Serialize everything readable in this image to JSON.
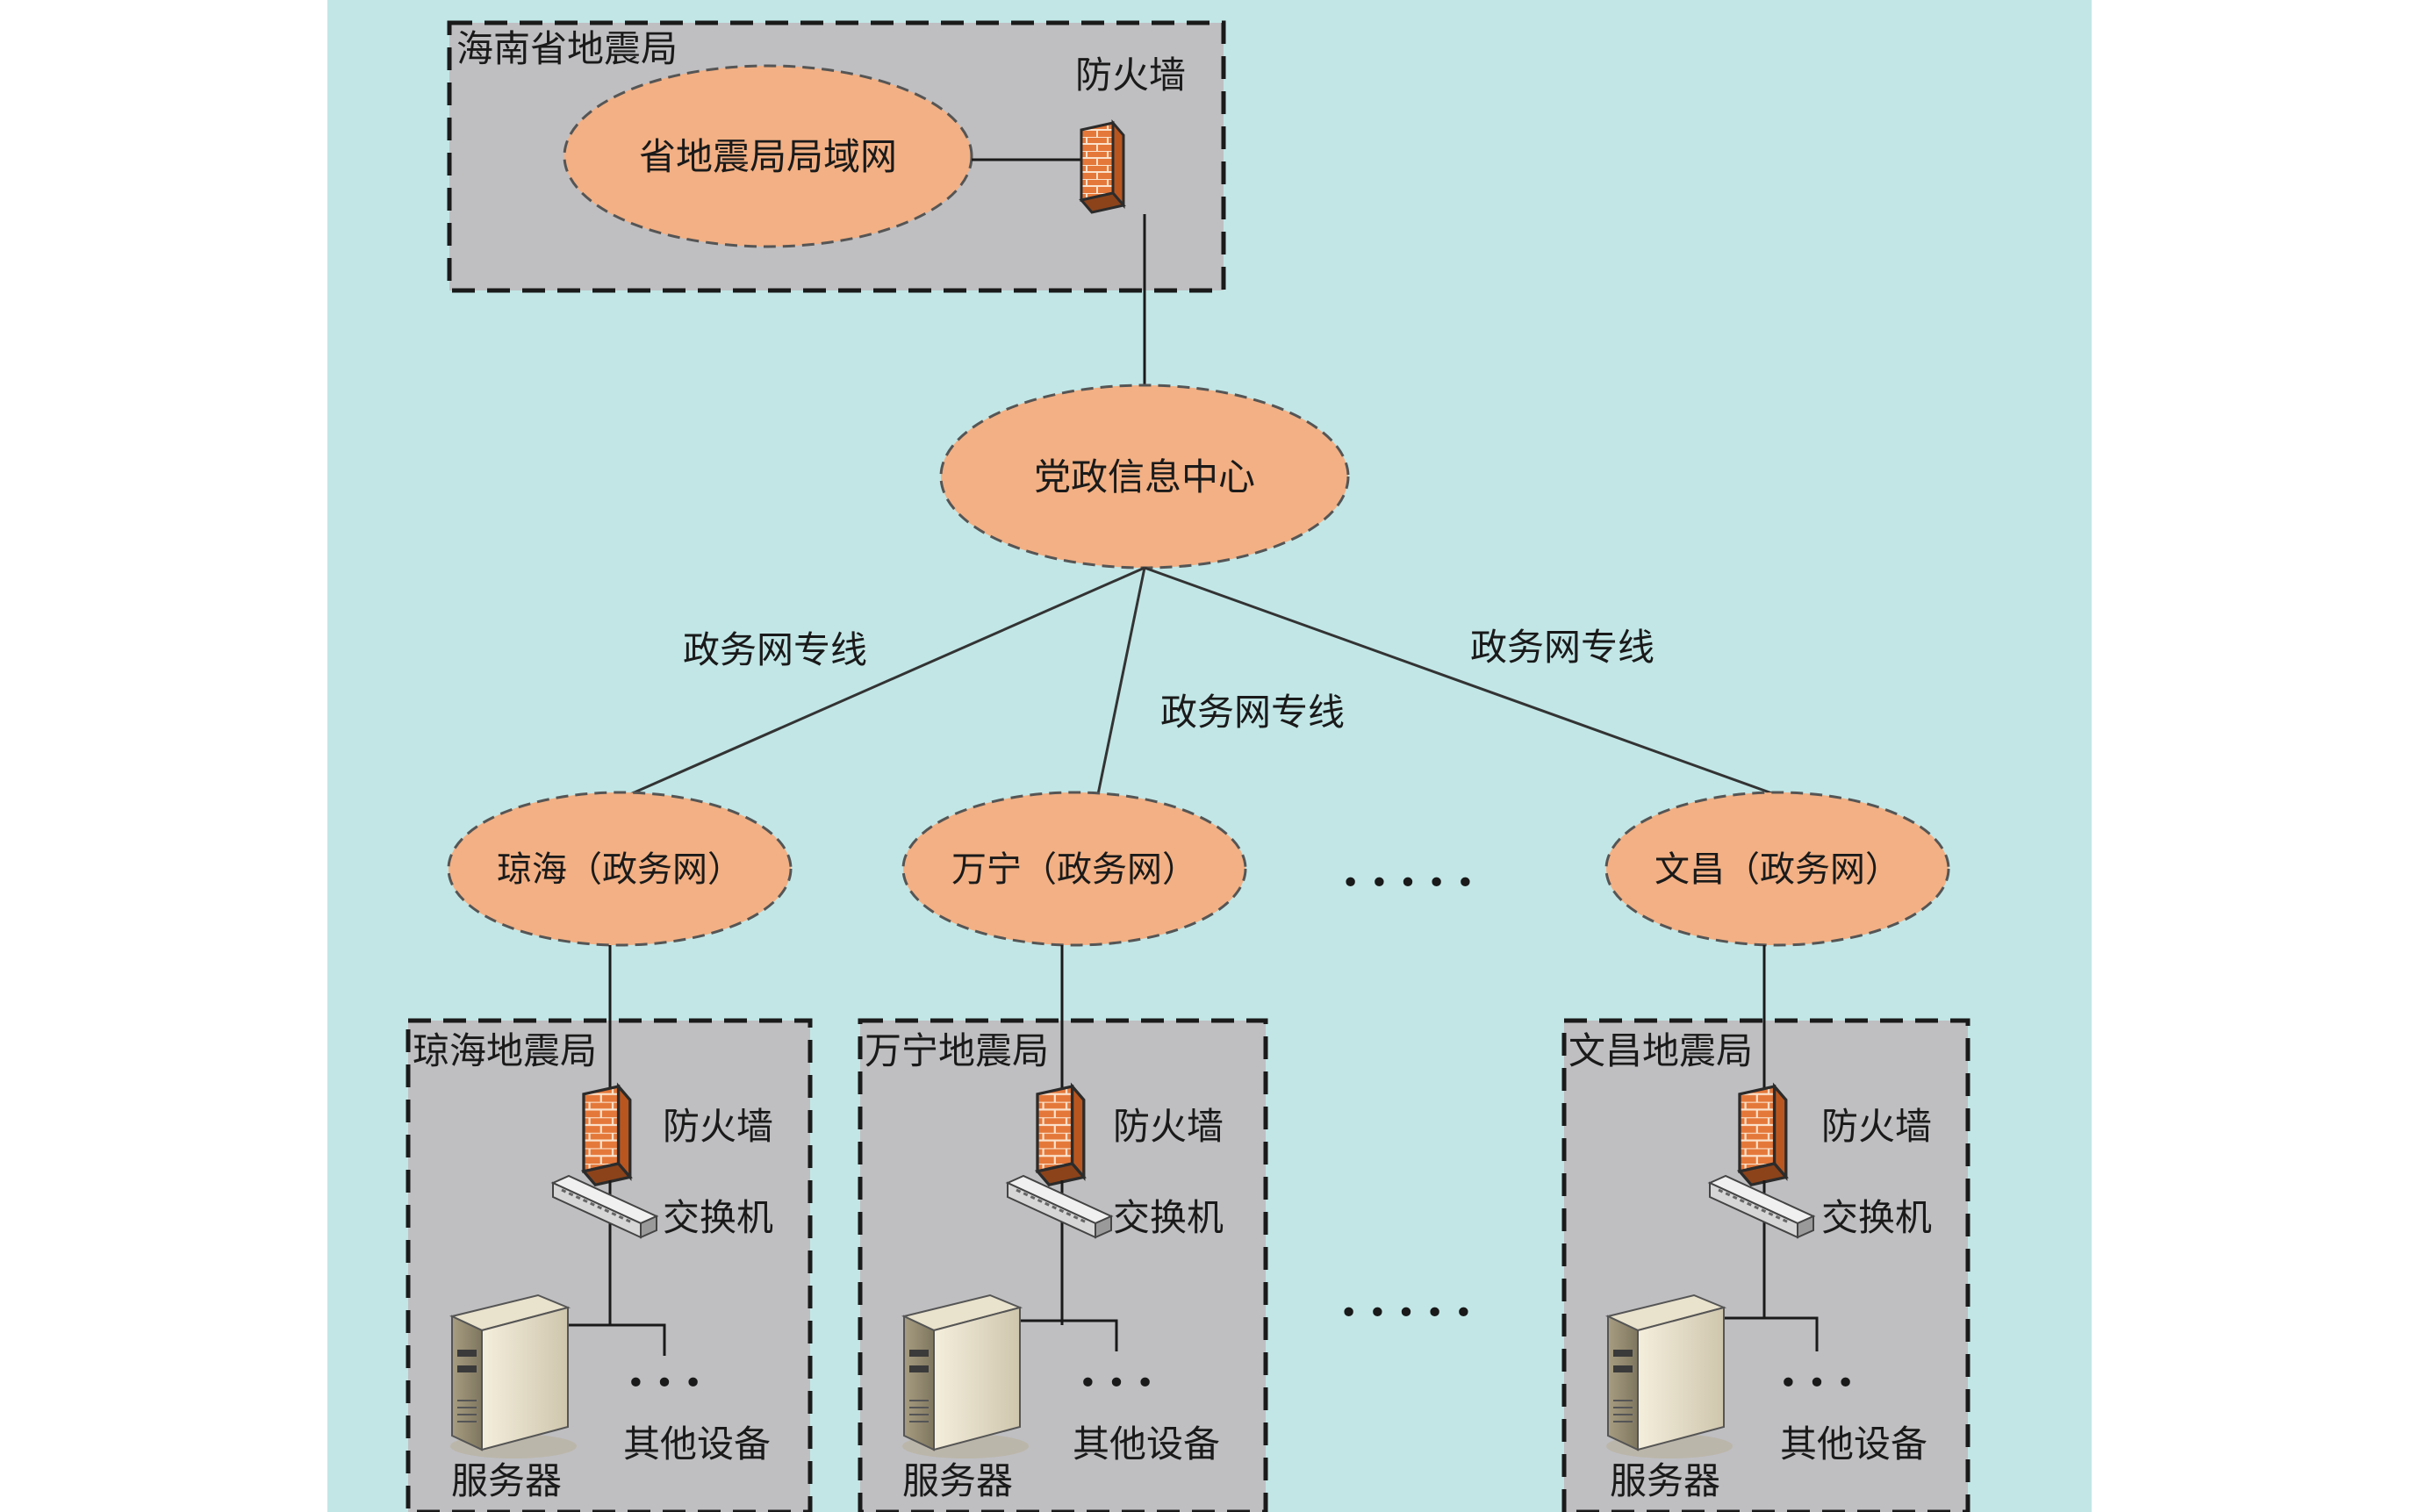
{
  "province": {
    "title": "海南省地震局",
    "lan": "省地震局局域网",
    "firewall": "防火墙"
  },
  "center": {
    "label": "党政信息中心"
  },
  "links": {
    "label": "政务网专线"
  },
  "ellipsis": "• • • • •",
  "small_ellipsis": "• • •",
  "nets": [
    {
      "label": "琼海（政务网）"
    },
    {
      "label": "万宁（政务网）"
    },
    {
      "label": "文昌（政务网）"
    }
  ],
  "branches": [
    {
      "title": "琼海地震局",
      "firewall": "防火墙",
      "switch": "交换机",
      "server": "服务器",
      "other": "其他设备"
    },
    {
      "title": "万宁地震局",
      "firewall": "防火墙",
      "switch": "交换机",
      "server": "服务器",
      "other": "其他设备"
    },
    {
      "title": "文昌地震局",
      "firewall": "防火墙",
      "switch": "交换机",
      "server": "服务器",
      "other": "其他设备"
    }
  ],
  "colors": {
    "canvas": "#c2e6e6",
    "box": "#bfbfc2",
    "ellipse": "#f2b084",
    "firewall": "#e07a3e"
  }
}
